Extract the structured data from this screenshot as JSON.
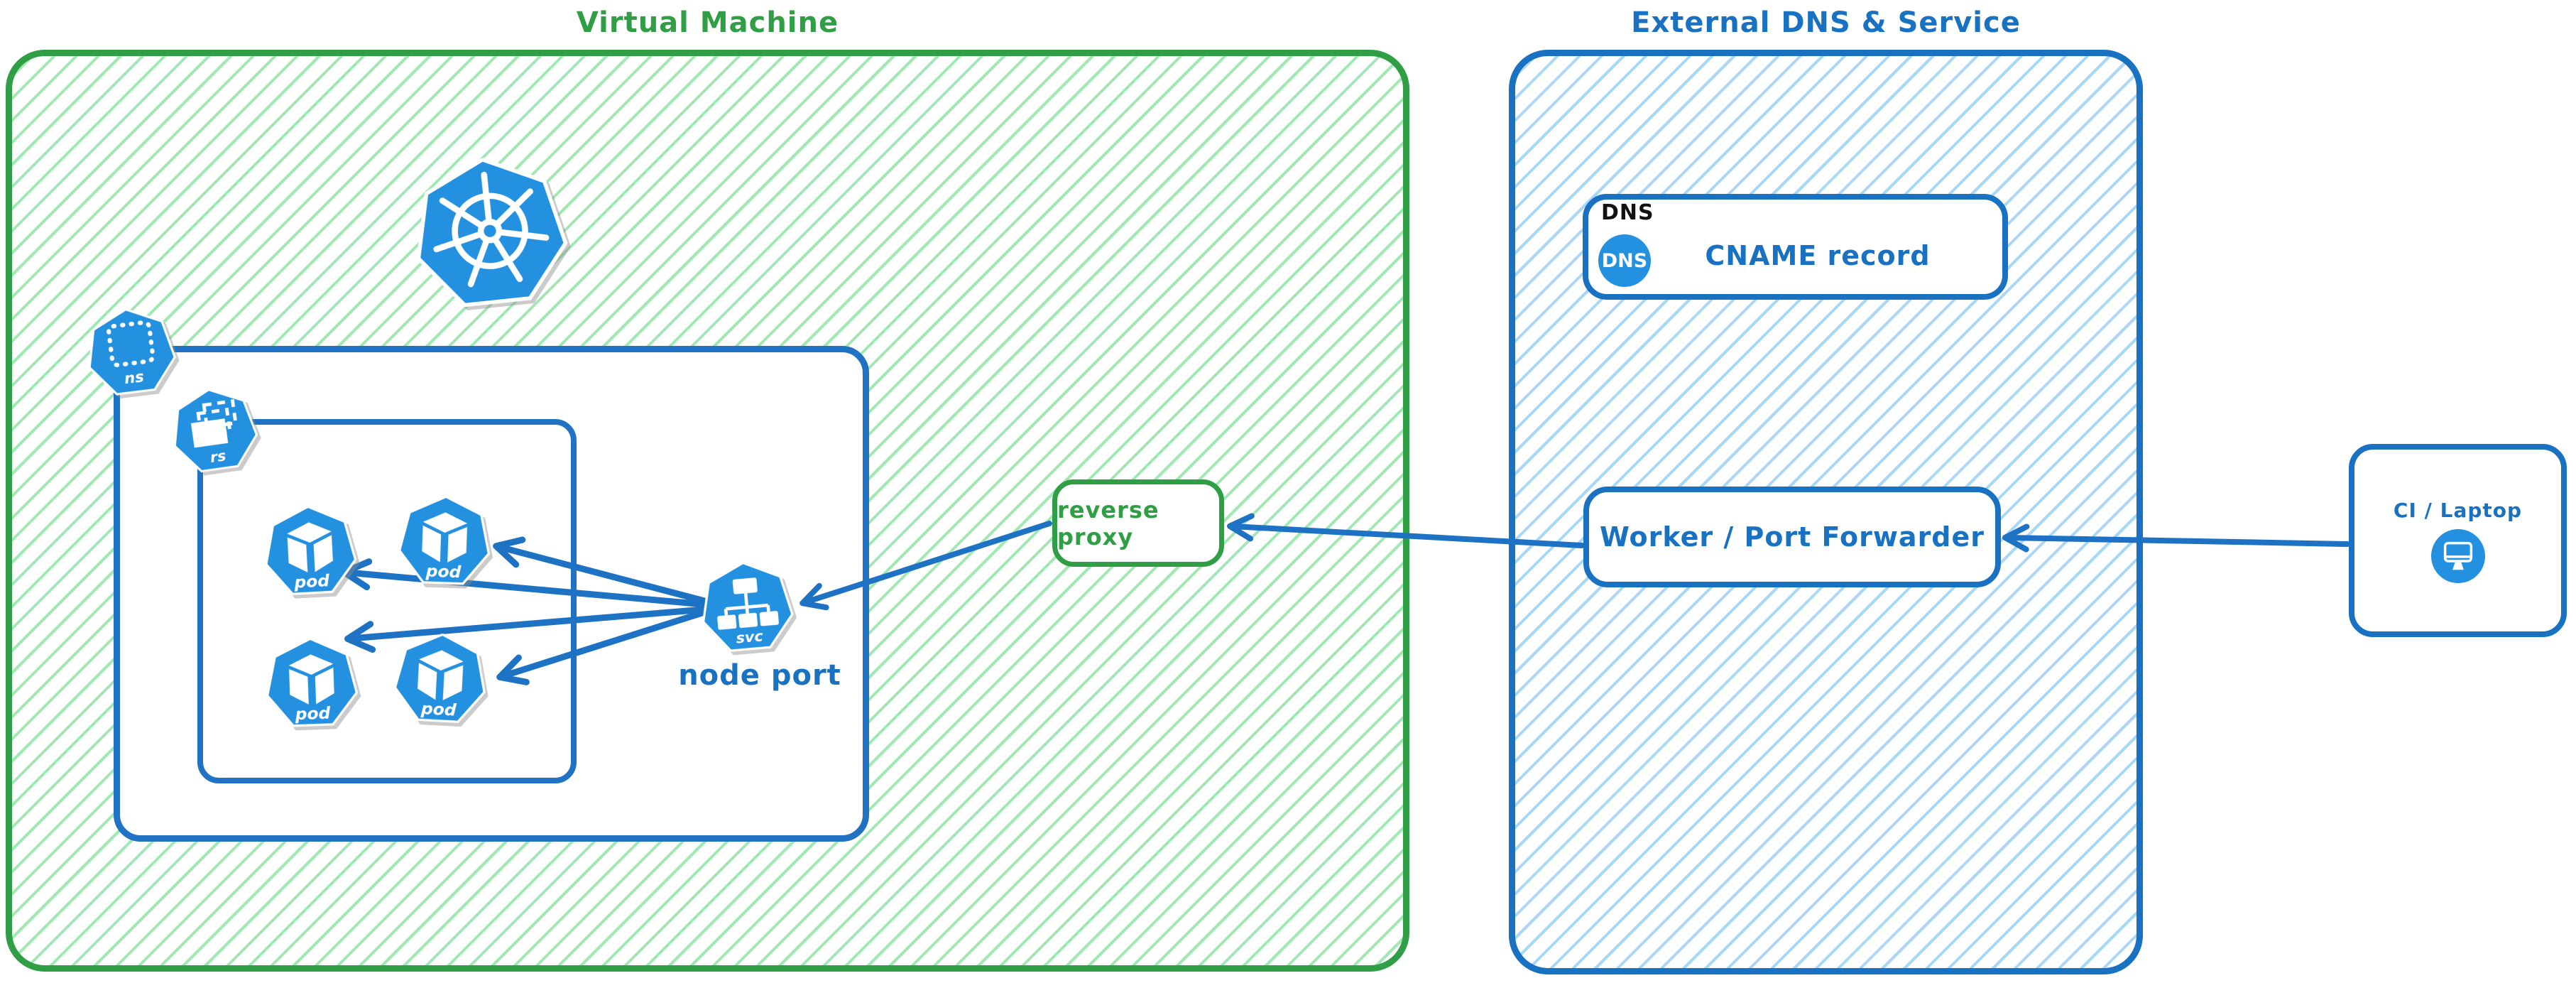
{
  "vm": {
    "title": "Virtual Machine",
    "node_port_label": "node port",
    "reverse_proxy_label": "reverse proxy",
    "icons": {
      "namespace": "ns",
      "replicaset": "rs",
      "service": "svc",
      "pods": [
        "pod",
        "pod",
        "pod",
        "pod"
      ]
    }
  },
  "external": {
    "title": "External DNS & Service",
    "dns_header": "DNS",
    "dns_badge": "DNS",
    "cname_label": "CNAME record",
    "worker_label": "Worker / Port Forwarder"
  },
  "ci": {
    "label": "CI / Laptop"
  },
  "colors": {
    "green_stroke": "#2f9e44",
    "green_hatch": "#a2e8b4",
    "blue_stroke": "#1971c2",
    "blue_hatch": "#a8d7f7",
    "icon_blue": "#2490e0",
    "dns_header_color": "#111111"
  }
}
